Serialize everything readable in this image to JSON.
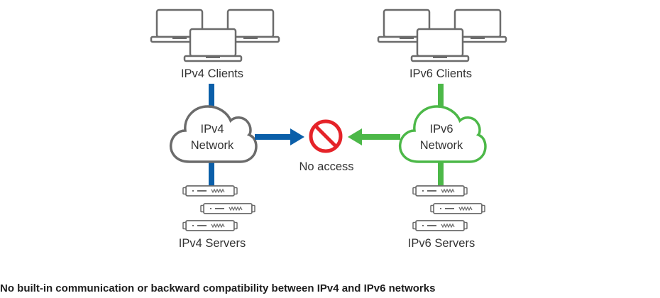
{
  "colors": {
    "ipv4": "#0b5fa9",
    "ipv6": "#4cb848",
    "blocked": "#e52329",
    "device_stroke": "#6b6b6b",
    "text": "#333333"
  },
  "left": {
    "clients_label": "IPv4 Clients",
    "network_label_line1": "IPv4",
    "network_label_line2": "Network",
    "servers_label": "IPv4 Servers"
  },
  "right": {
    "clients_label": "IPv6 Clients",
    "network_label_line1": "IPv6",
    "network_label_line2": "Network",
    "servers_label": "IPv6 Servers"
  },
  "center": {
    "icon": "prohibited-icon",
    "label": "No access"
  },
  "caption": "No built-in communication or backward compatibility between IPv4 and IPv6 networks"
}
